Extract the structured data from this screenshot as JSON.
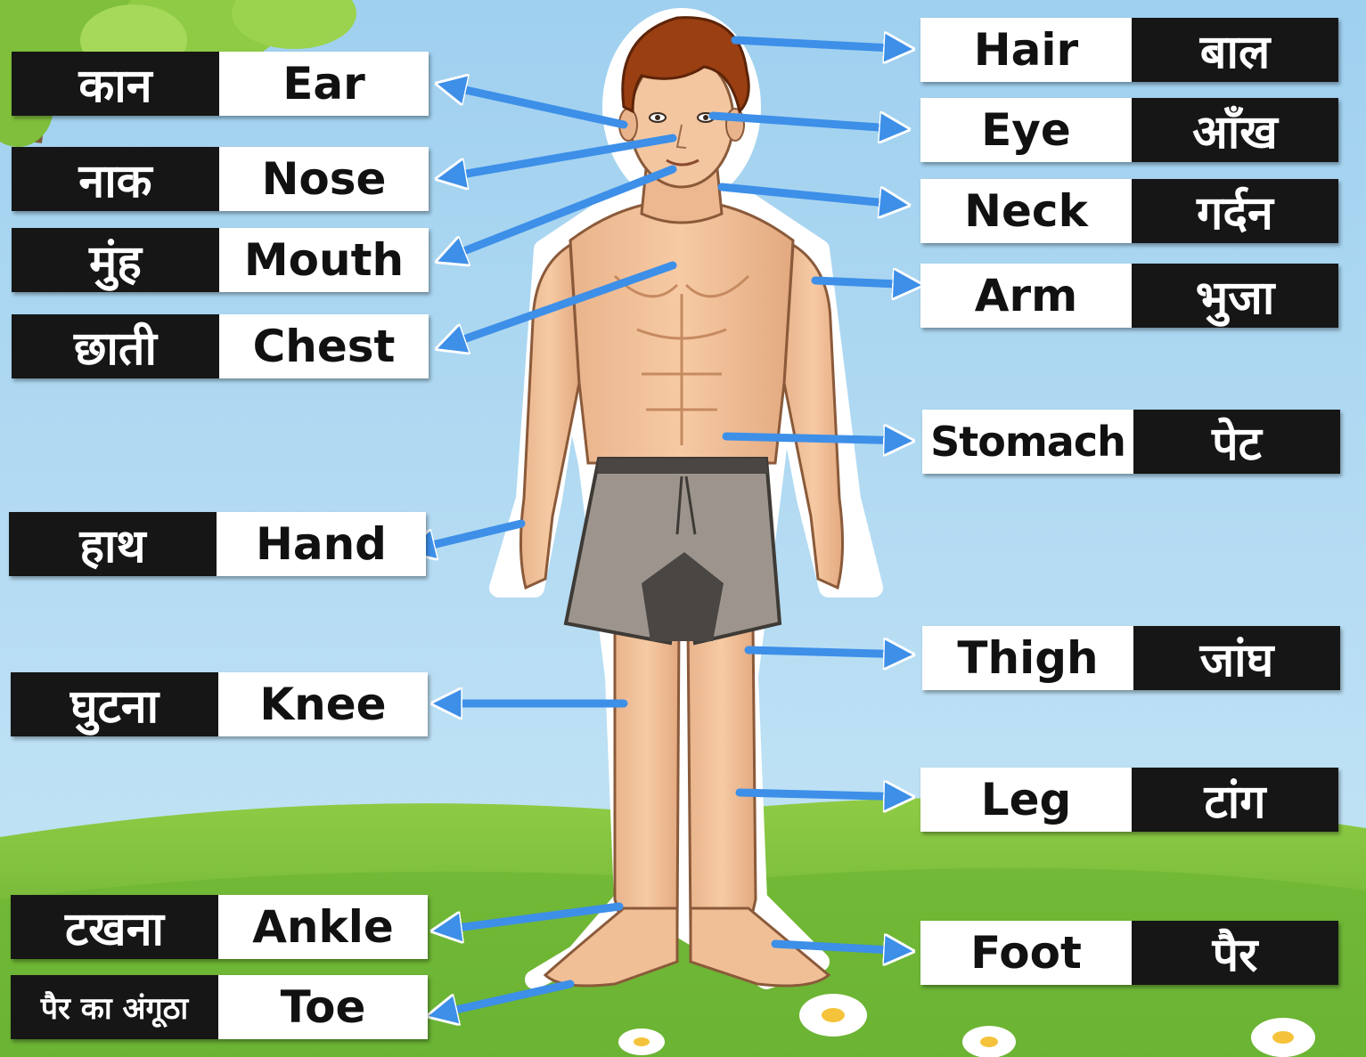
{
  "colors": {
    "sky": "#a9d6f0",
    "grass": "#7cbf3a",
    "arrow": "#3d8fe8",
    "label_dark": "#161616",
    "label_light": "#ffffff"
  },
  "left_labels": [
    {
      "hindi": "कान",
      "english": "Ear"
    },
    {
      "hindi": "नाक",
      "english": "Nose"
    },
    {
      "hindi": "मुंह",
      "english": "Mouth"
    },
    {
      "hindi": "छाती",
      "english": "Chest"
    },
    {
      "hindi": "हाथ",
      "english": "Hand"
    },
    {
      "hindi": "घुटना",
      "english": "Knee"
    },
    {
      "hindi": "टखना",
      "english": "Ankle"
    },
    {
      "hindi": "पैर का अंगूठा",
      "english": "Toe"
    }
  ],
  "right_labels": [
    {
      "english": "Hair",
      "hindi": "बाल"
    },
    {
      "english": "Eye",
      "hindi": "आँख"
    },
    {
      "english": "Neck",
      "hindi": "गर्दन"
    },
    {
      "english": "Arm",
      "hindi": "भुजा"
    },
    {
      "english": "Stomach",
      "hindi": "पेट"
    },
    {
      "english": "Thigh",
      "hindi": "जांघ"
    },
    {
      "english": "Leg",
      "hindi": "टांग"
    },
    {
      "english": "Foot",
      "hindi": "पैर"
    }
  ]
}
